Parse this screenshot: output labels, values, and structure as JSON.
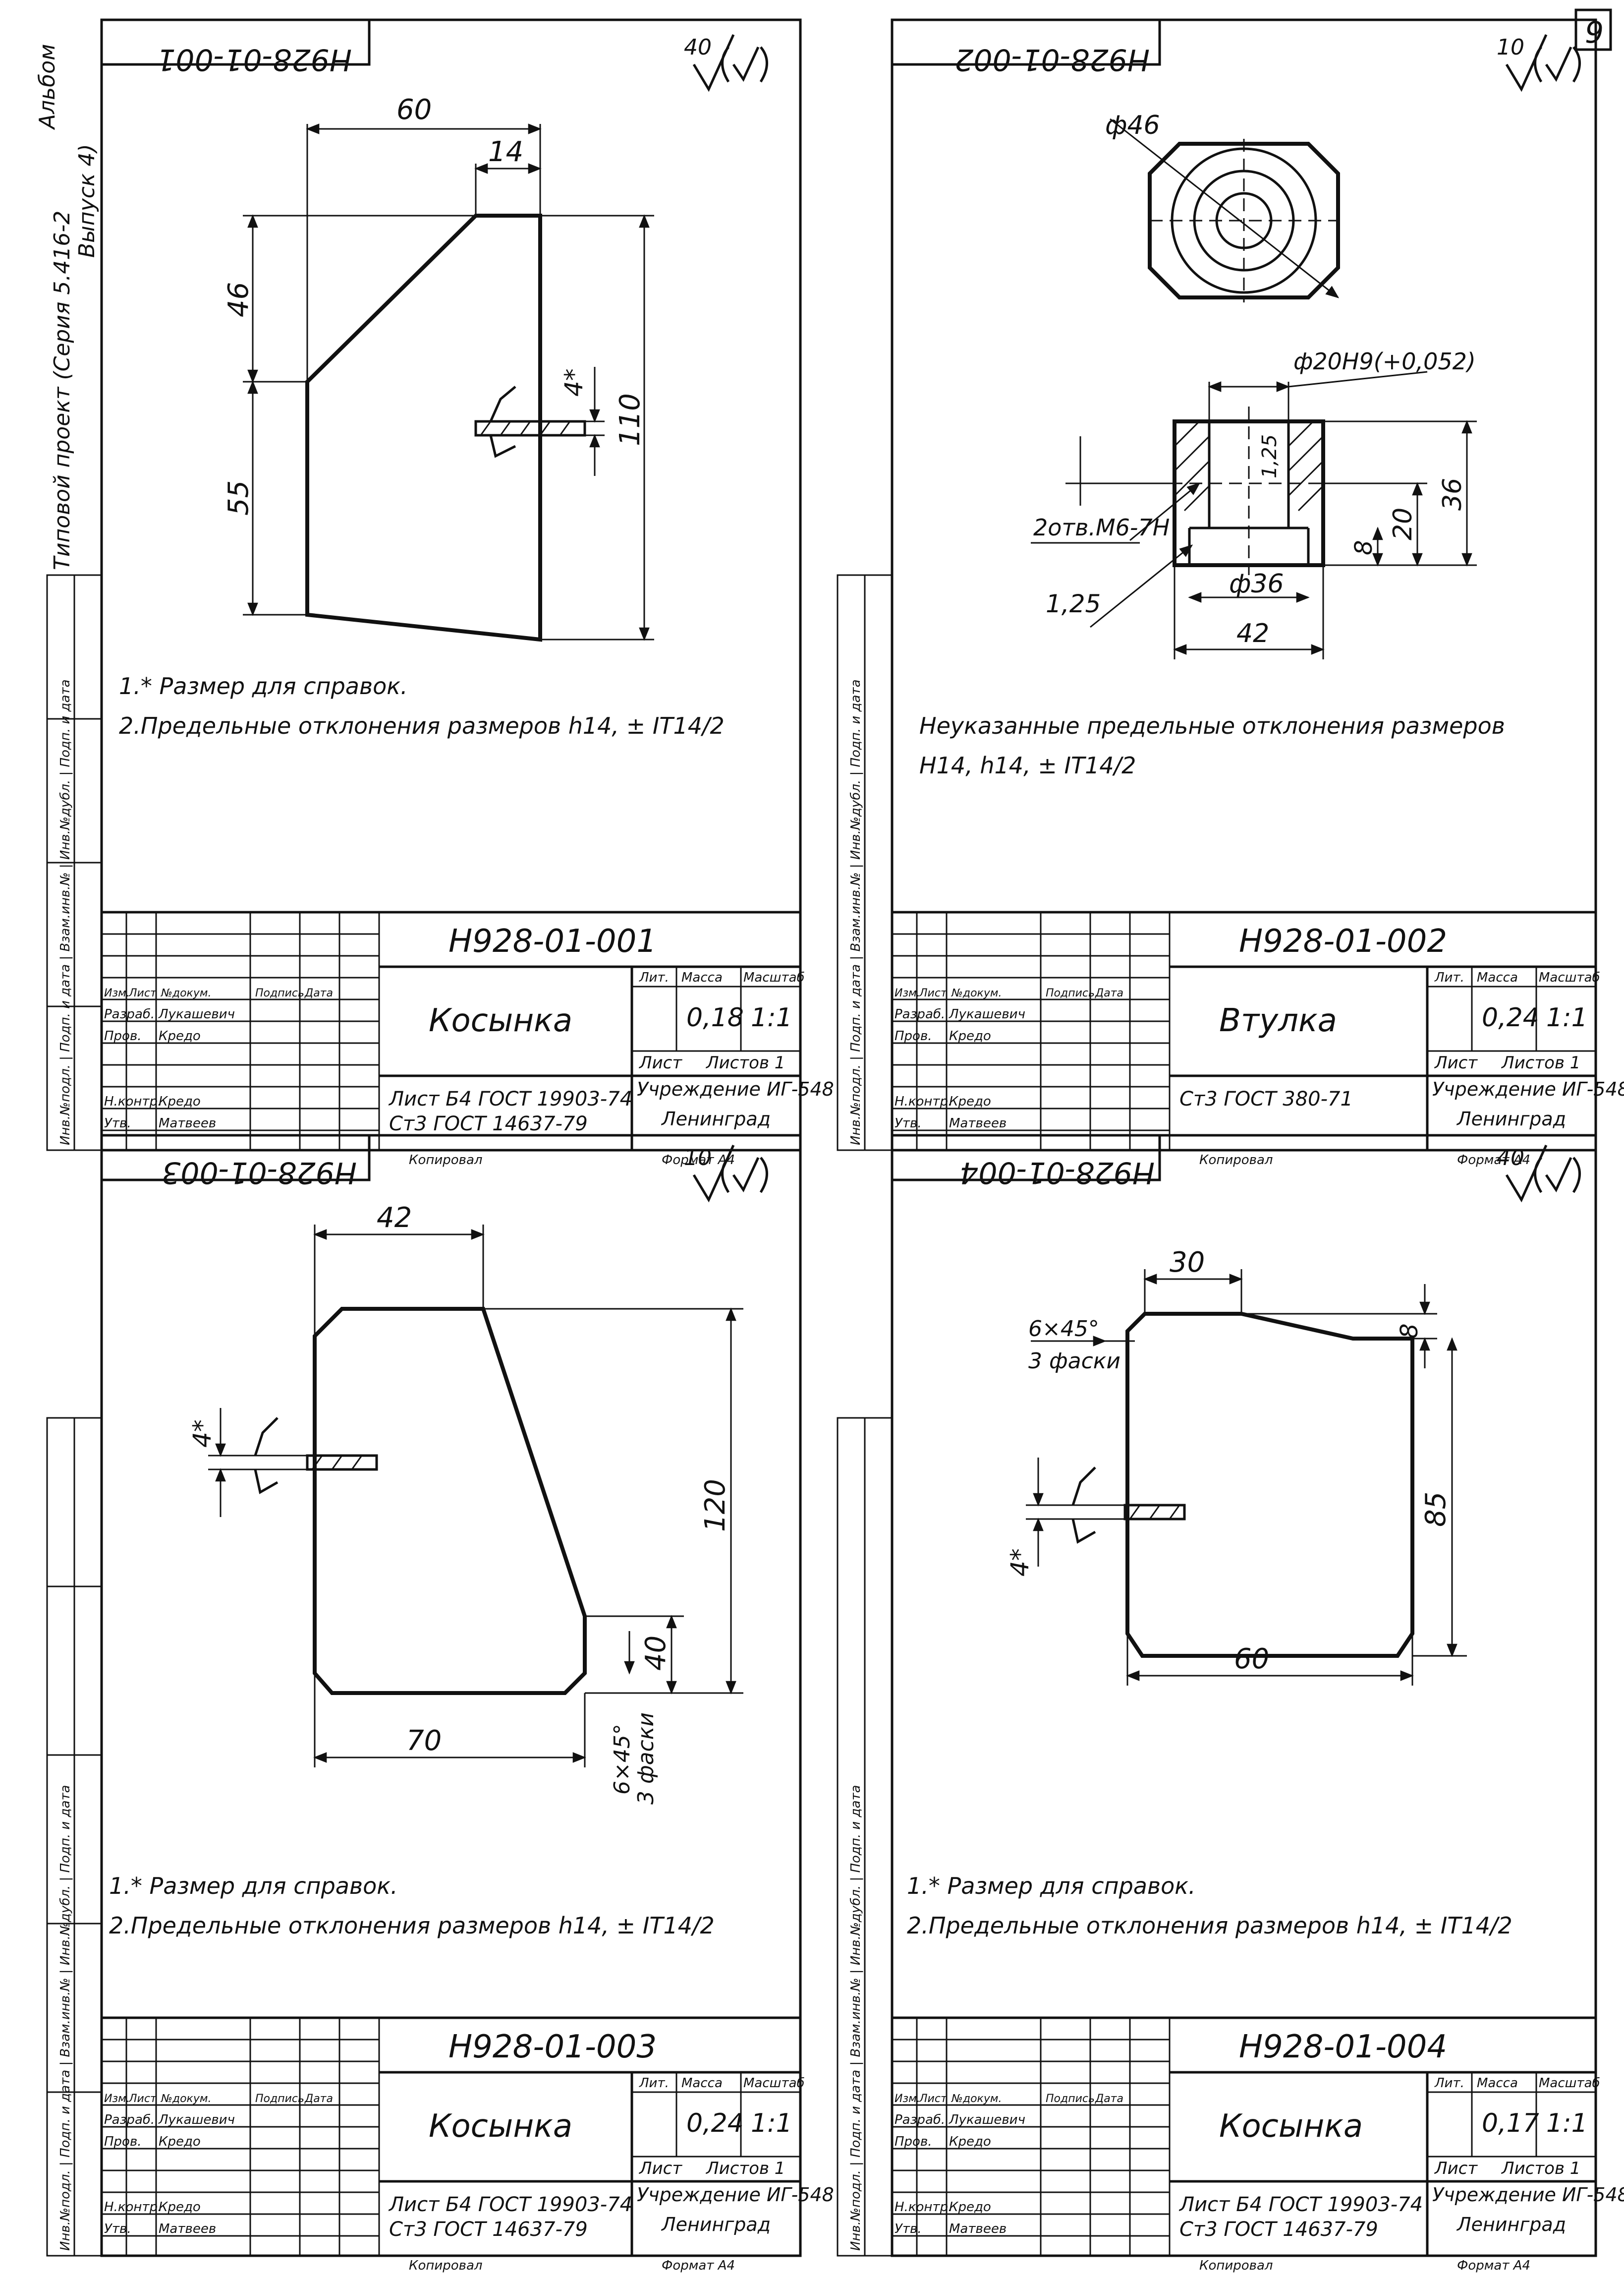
{
  "album_header": {
    "album": "Альбом",
    "project": "Типовой проект (Серия 5.416-2",
    "issue": "Выпуск 4)",
    "page_number": "9"
  },
  "margin_labels": {
    "left_top": "Инв.№подл. | Подп. и дата | Взам.инв.№ | Инв.№дубл. | Подп. и дата",
    "left_bottom": "Инв.№подл. | Подп. и дата | Взам.инв.№ | Инв.№дубл. | Подп. и дата",
    "mid_top": "Инв.№подл. | Подп. и дата | Взам.инв.№ | Инв.№дубл. | Подп. и дата",
    "mid_bottom": "Инв.№подл. | Подп. и дата | Взам.инв.№ | Инв.№дубл. | Подп. и дата"
  },
  "common_stamp": {
    "row_headers": [
      "Изм.",
      "Лист",
      "№докум.",
      "Подпись",
      "Дата"
    ],
    "role_dev": "Разраб.",
    "name_dev": "Лукашевич",
    "role_check": "Пров.",
    "name_check": "Кредо",
    "role_norm": "Н.контр.",
    "name_norm": "Кредо",
    "role_appr": "Утв.",
    "name_appr": "Матвеев",
    "col_lit": "Лит.",
    "col_mass": "Масса",
    "col_scale": "Масштаб",
    "sheet_label": "Лист",
    "sheets_label": "Листов 1",
    "org_1": "Учреждение ИГ-548",
    "org_2": "Ленинград",
    "copied": "Копировал",
    "format": "Формат А4"
  },
  "drawings": [
    {
      "code": "Н928-01-001",
      "name": "Косынка",
      "mass": "0,18",
      "scale": "1:1",
      "material_1": "Лист Б4 ГОСТ 19903-74",
      "material_2": "Ст3 ГОСТ 14637-79",
      "roughness": "40",
      "dims": {
        "top_width": "60",
        "chamfer": "14",
        "upper_height": "46",
        "lower_height": "55",
        "total_height": "110",
        "thickness": "4*"
      },
      "notes": [
        "1.* Размер для справок.",
        "2.Предельные отклонения размеров h14, ± IT14/2"
      ]
    },
    {
      "code": "Н928-01-002",
      "name": "Втулка",
      "mass": "0,24",
      "scale": "1:1",
      "material_1": "Ст3 ГОСТ 380-71",
      "material_2": "",
      "roughness": "10",
      "dims": {
        "outer_top": "ф46",
        "bore": "ф20H9(+0,052)",
        "height": "36",
        "hole_height": "20",
        "bottom_depth": "8",
        "inner_diam": "ф36",
        "outer_diam": "42",
        "holes": "2отв.М6-7Н",
        "chamfer": "1,25",
        "roughness_local": "1,25"
      },
      "notes": [
        "Неуказанные предельные отклонения размеров",
        "H14, h14, ± IT14/2"
      ]
    },
    {
      "code": "Н928-01-003",
      "name": "Косынка",
      "mass": "0,24",
      "scale": "1:1",
      "material_1": "Лист Б4 ГОСТ 19903-74",
      "material_2": "Ст3 ГОСТ 14637-79",
      "roughness": "10",
      "dims": {
        "top_width": "42",
        "total_height": "120",
        "lower_height": "40",
        "bottom_width": "70",
        "chamfers": "6×45°",
        "chamfers_count": "3 фаски",
        "thickness": "4*"
      },
      "notes": [
        "1.* Размер для справок.",
        "2.Предельные отклонения размеров h14, ± IT14/2"
      ]
    },
    {
      "code": "Н928-01-004",
      "name": "Косынка",
      "mass": "0,17",
      "scale": "1:1",
      "material_1": "Лист Б4 ГОСТ 19903-74",
      "material_2": "Ст3 ГОСТ 14637-79",
      "roughness": "40",
      "dims": {
        "top_width": "30",
        "chamfers": "6×45°",
        "chamfers_count": "3 фаски",
        "step": "8",
        "height": "85",
        "width": "60",
        "thickness": "4*"
      },
      "notes": [
        "1.* Размер для справок.",
        "2.Предельные отклонения размеров h14, ± IT14/2"
      ]
    }
  ]
}
